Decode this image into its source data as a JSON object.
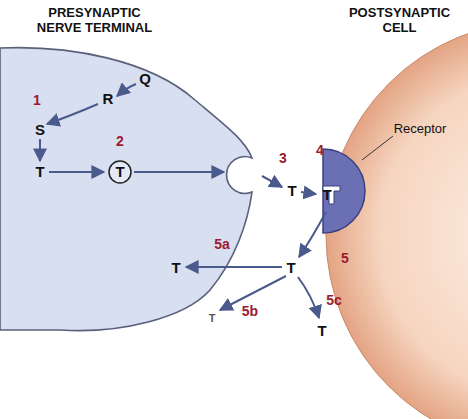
{
  "diagram": {
    "nodes": [
      {
        "text": [
          "PRESYNAPTIC NERVE TERMINAL"
        ]
      },
      {
        "text": [
          "T"
        ],
        "in": 0
      },
      {
        "text": [
          "POSTSYNAPTIC CELL"
        ]
      },
      {
        "text": [
          "T"
        ],
        "in": 2
      }
    ],
    "labels": [
      "1",
      "Q",
      "R",
      "S",
      "T",
      "2",
      "3",
      "T",
      "4",
      "Receptor",
      "5",
      "T",
      "5a",
      "T",
      "5b",
      "T",
      "5c",
      "T"
    ]
  }
}
